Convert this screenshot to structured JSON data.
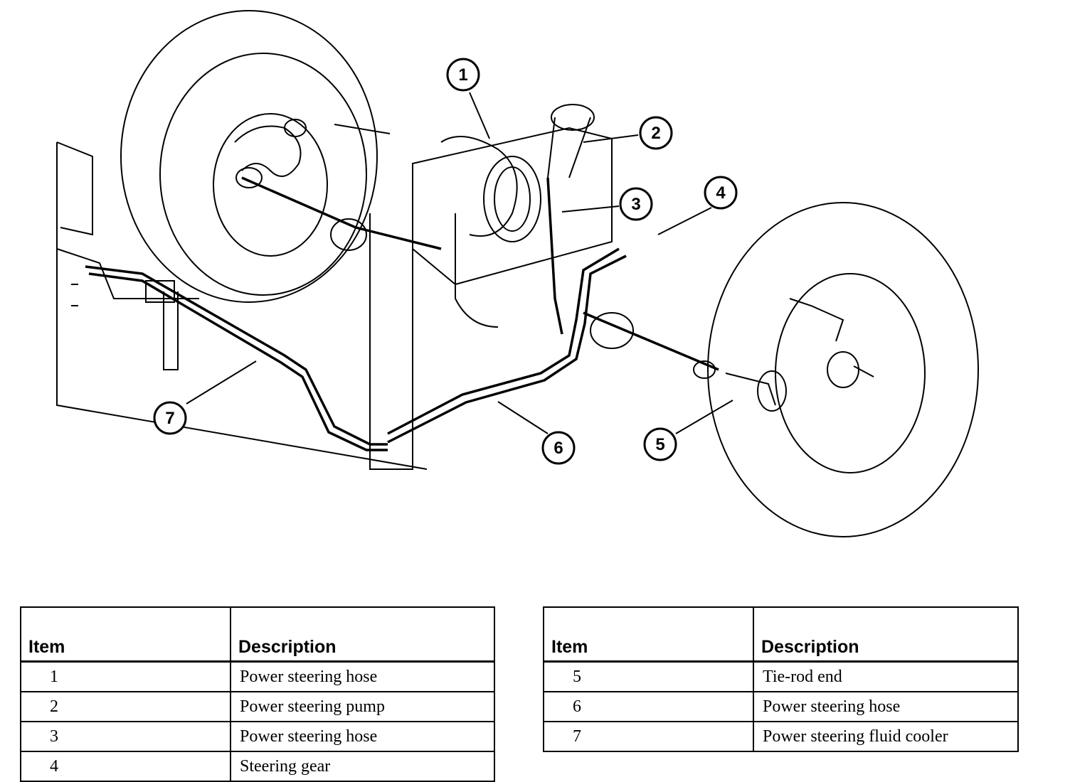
{
  "callouts": [
    "1",
    "2",
    "3",
    "4",
    "5",
    "6",
    "7"
  ],
  "legend_left": {
    "header_item": "Item",
    "header_description": "Description",
    "rows": [
      {
        "item": "1",
        "description": "Power steering hose"
      },
      {
        "item": "2",
        "description": "Power steering pump"
      },
      {
        "item": "3",
        "description": "Power steering hose"
      },
      {
        "item": "4",
        "description": "Steering gear"
      }
    ]
  },
  "legend_right": {
    "header_item": "Item",
    "header_description": "Description",
    "rows": [
      {
        "item": "5",
        "description": "Tie-rod end"
      },
      {
        "item": "6",
        "description": "Power steering hose"
      },
      {
        "item": "7",
        "description": "Power steering fluid cooler"
      }
    ]
  }
}
